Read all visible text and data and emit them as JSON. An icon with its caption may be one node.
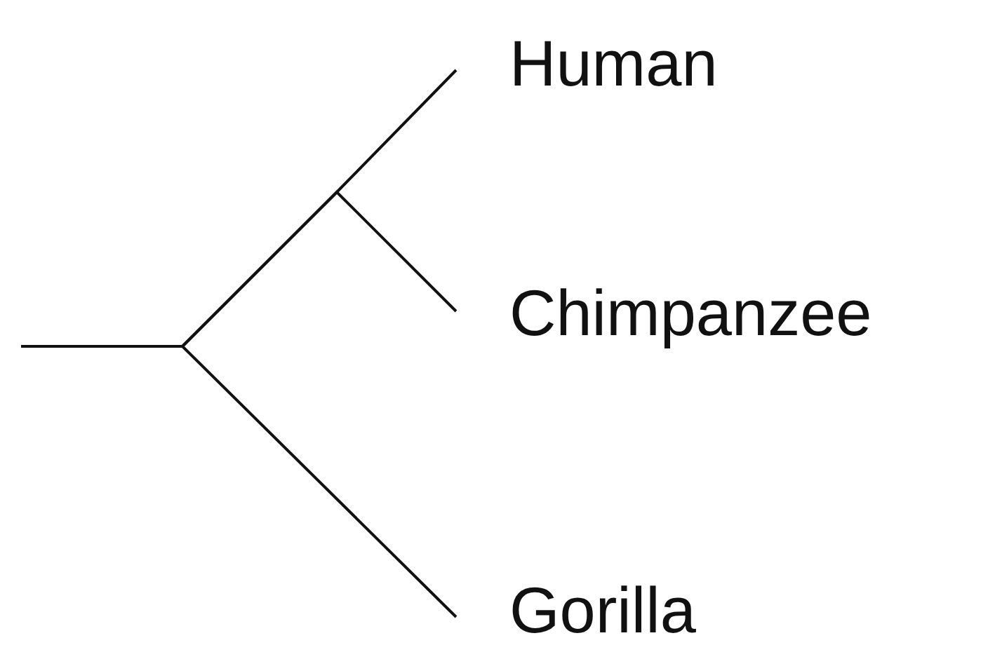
{
  "diagram": {
    "nodes": [
      {
        "text": [
          "Human"
        ]
      },
      {
        "text": [
          "Chimpanzee"
        ]
      },
      {
        "text": [
          "Gorilla"
        ]
      }
    ],
    "edges": [
      {
        "from": null,
        "to": 0,
        "arrow": "none"
      },
      {
        "from": null,
        "to": 1,
        "arrow": "none"
      },
      {
        "from": null,
        "to": 2,
        "arrow": "none"
      }
    ]
  }
}
